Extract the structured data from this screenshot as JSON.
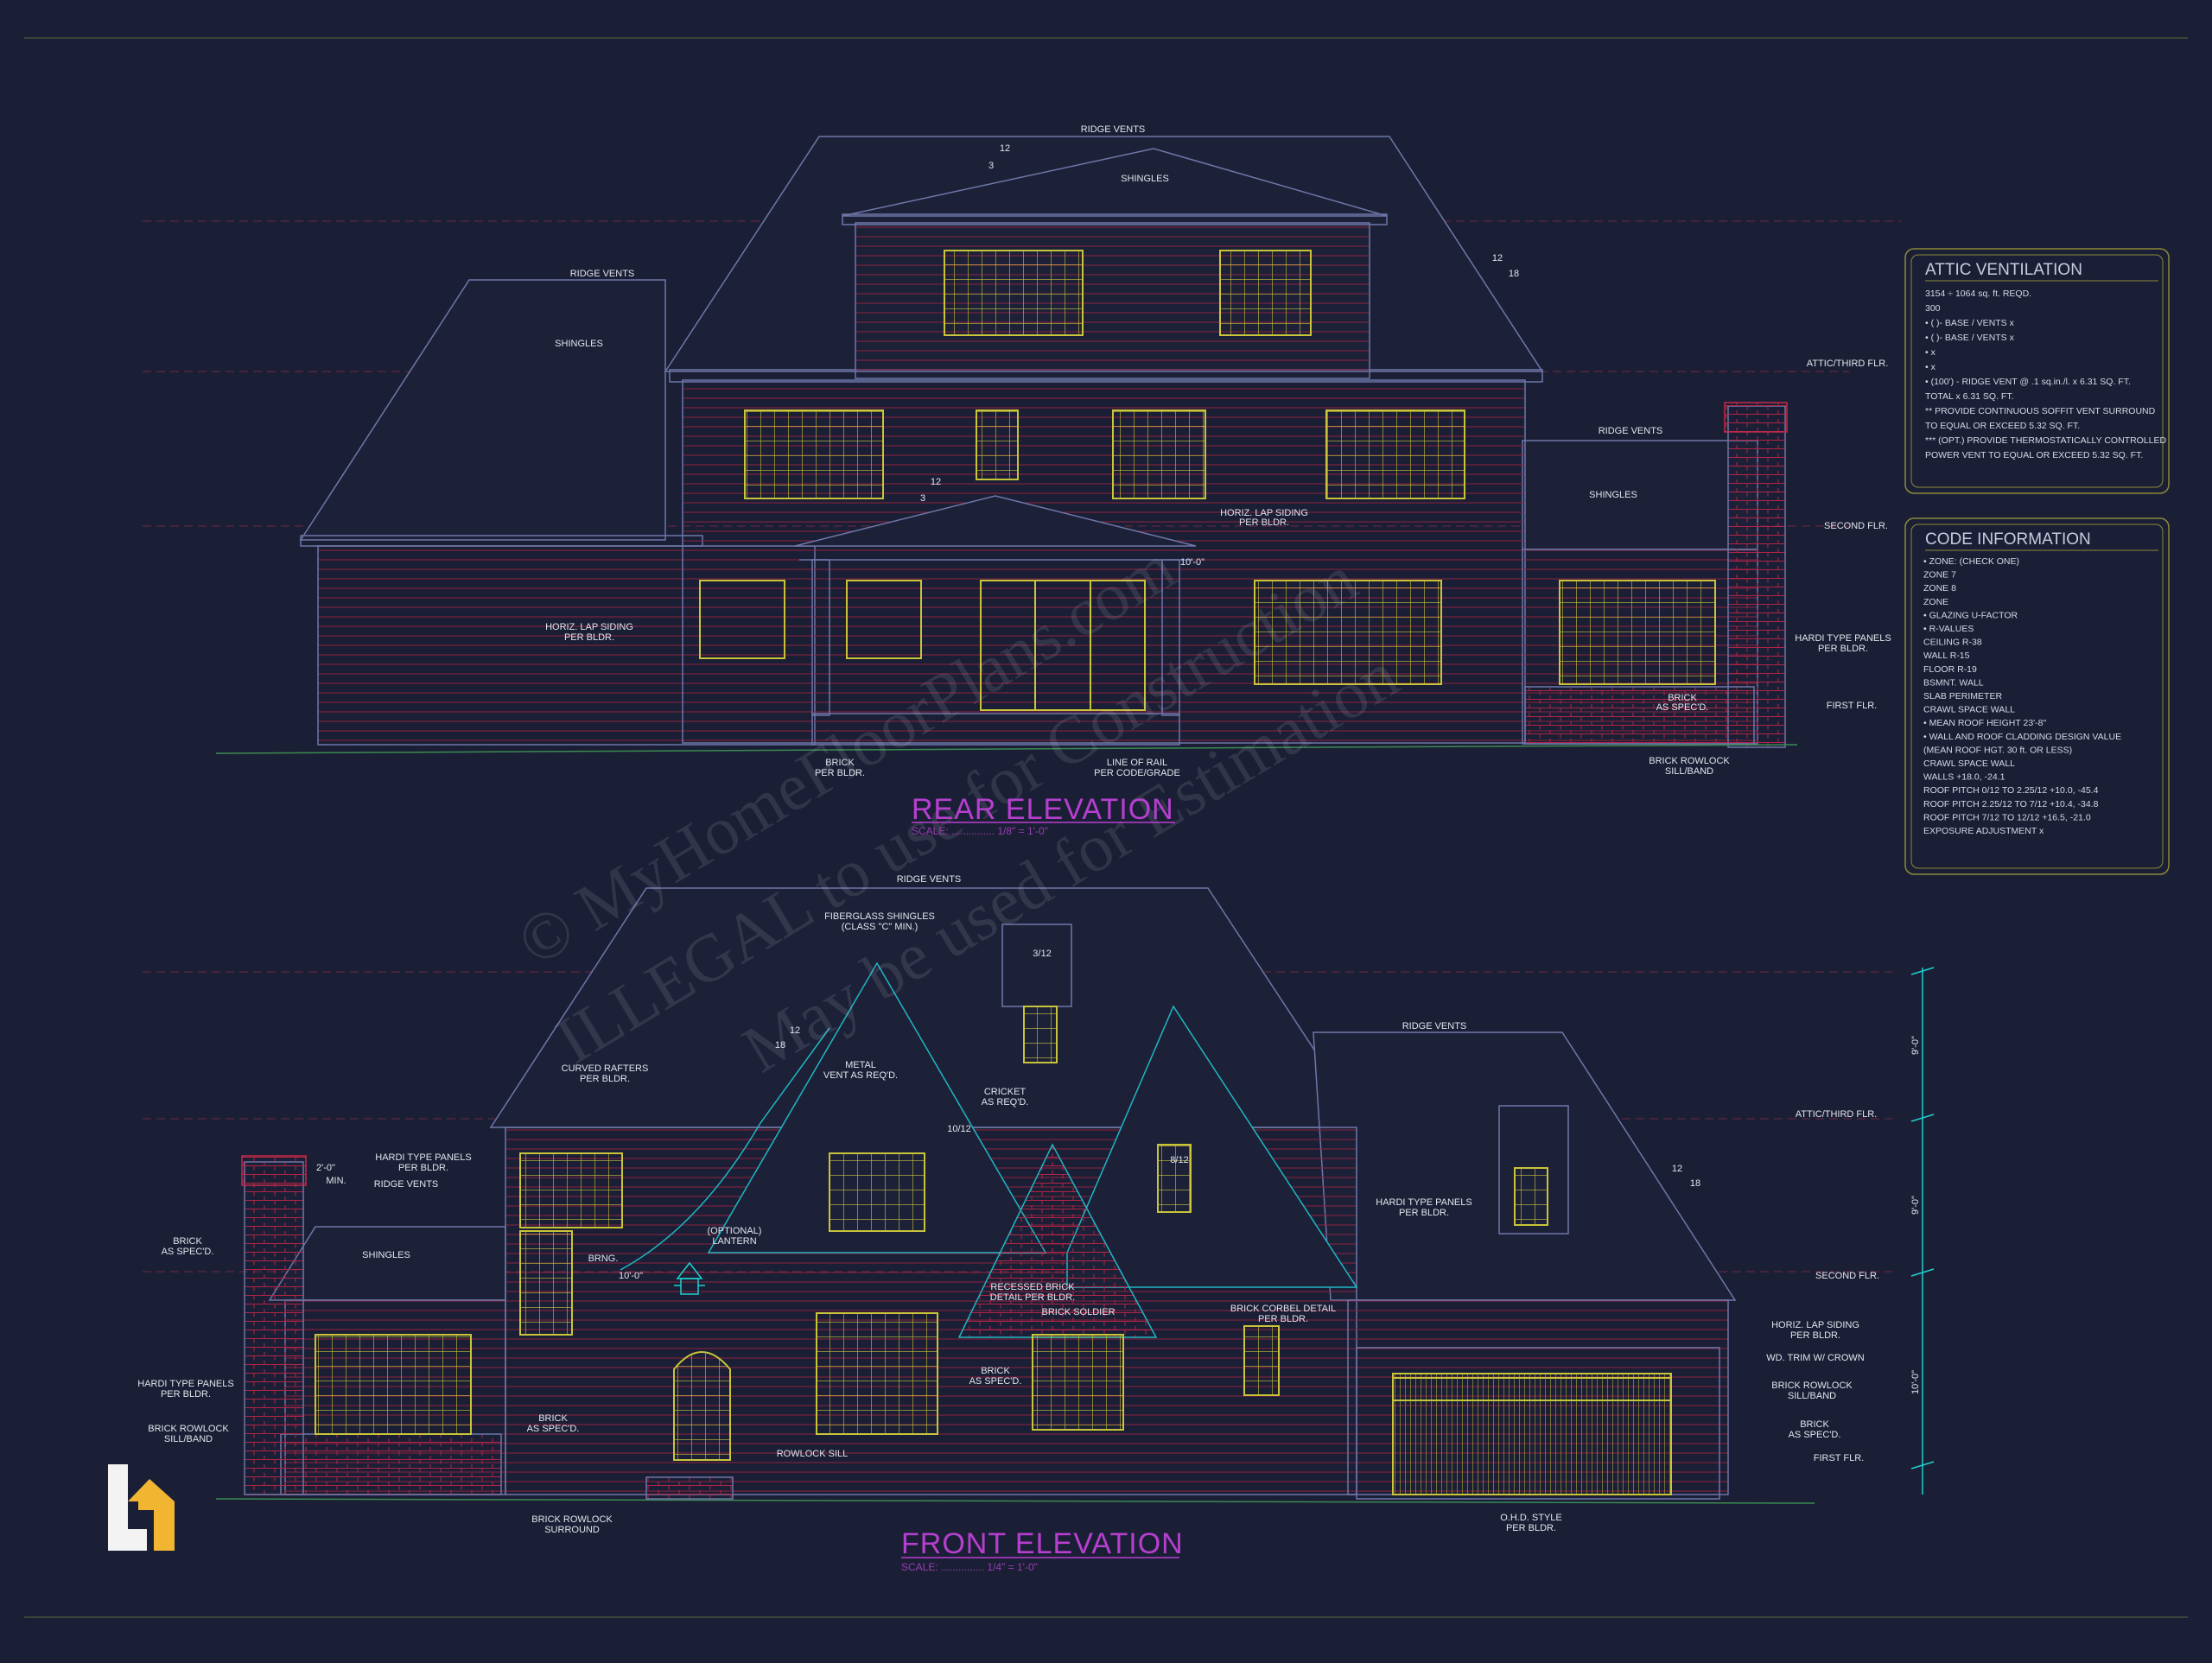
{
  "colors": {
    "background": "#1b1f35",
    "outline": "#6e77a8",
    "window": "#c9c43a",
    "brick": "#c22a4a",
    "title": "#b73fd0",
    "dimension": "#1fd1cf"
  },
  "watermark": {
    "line1": "© MyHomeFloorPlans.com",
    "line2": "ILLEGAL to use for Construction",
    "line3": "May be used for Estimation"
  },
  "rear": {
    "title": "REAR ELEVATION",
    "scale": "SCALE: ............... 1/8\" = 1'-0\"",
    "labels": {
      "ridge_vents_top": "RIDGE VENTS",
      "pitch_12": "12",
      "pitch_3": "3",
      "shingles_top": "SHINGLES",
      "ridge_vents_left": "RIDGE VENTS",
      "shingles_left": "SHINGLES",
      "pitch_12b": "12",
      "pitch_18": "18",
      "attic_flr": "ATTIC/THIRD FLR.",
      "ridge_vents_right": "RIDGE VENTS",
      "shingles_right": "SHINGLES",
      "second_flr": "SECOND FLR.",
      "horiz_siding_mid_1": "HORIZ. LAP SIDING",
      "horiz_siding_mid_2": "PER BLDR.",
      "pitch_12c": "12",
      "pitch_3b": "3",
      "height_10": "10'-0\"",
      "horiz_siding_left_1": "HORIZ. LAP SIDING",
      "horiz_siding_left_2": "PER BLDR.",
      "hardi_1": "HARDI TYPE PANELS",
      "hardi_2": "PER BLDR.",
      "brick_r_1": "BRICK",
      "brick_r_2": "AS SPEC'D.",
      "first_flr": "FIRST FLR.",
      "brick_1": "BRICK",
      "brick_2": "PER BLDR.",
      "rail_1": "LINE OF RAIL",
      "rail_2": "PER CODE/GRADE",
      "rowlock_1": "BRICK ROWLOCK",
      "rowlock_2": "SILL/BAND"
    }
  },
  "front": {
    "title": "FRONT ELEVATION",
    "scale": "SCALE: ............... 1/4\" = 1'-0\"",
    "labels": {
      "ridge_vents_top": "RIDGE VENTS",
      "fiberglass_1": "FIBERGLASS SHINGLES",
      "fiberglass_2": "(CLASS \"C\" MIN.)",
      "pitch_3_12": "3/12",
      "ridge_vents_right": "RIDGE VENTS",
      "pitch_12": "12",
      "pitch_18": "18",
      "curved_1": "CURVED RAFTERS",
      "curved_2": "PER BLDR.",
      "metal_1": "METAL",
      "metal_2": "VENT AS REQ'D.",
      "cricket_1": "CRICKET",
      "cricket_2": "AS REQ'D.",
      "pitch_10_12": "10/12",
      "pitch_8_12": "8/12",
      "pitch_12b": "12",
      "pitch_18b": "18",
      "attic_flr": "ATTIC/THIRD FLR.",
      "hardi_left_1": "HARDI TYPE PANELS",
      "hardi_left_2": "PER BLDR.",
      "ridge_vents_left": "RIDGE VENTS",
      "shingles_left": "SHINGLES",
      "brick_left_1": "BRICK",
      "brick_left_2": "AS SPEC'D.",
      "dim_2_0": "2'-0\"",
      "dim_min": "MIN.",
      "brng": "BRNG.",
      "dim_10": "10'-0\"",
      "lantern_1": "(OPTIONAL)",
      "lantern_2": "LANTERN",
      "hardi_right_1": "HARDI TYPE PANELS",
      "hardi_right_2": "PER BLDR.",
      "second_flr": "SECOND FLR.",
      "recessed_1": "RECESSED BRICK",
      "recessed_2": "DETAIL PER BLDR.",
      "soldier": "BRICK SOLDIER",
      "corbel_1": "BRICK CORBEL DETAIL",
      "corbel_2": "PER BLDR.",
      "horiz_1": "HORIZ. LAP SIDING",
      "horiz_2": "PER BLDR.",
      "trim": "WD. TRIM W/ CROWN",
      "hardi_ll_1": "HARDI TYPE PANELS",
      "hardi_ll_2": "PER BLDR.",
      "rowlock_l_1": "BRICK ROWLOCK",
      "rowlock_l_2": "SILL/BAND",
      "brick_mid_1": "BRICK",
      "brick_mid_2": "AS SPEC'D.",
      "brick_c_1": "BRICK",
      "brick_c_2": "AS SPEC'D.",
      "rowlock_sill": "ROWLOCK SILL",
      "rowlock_r_1": "BRICK ROWLOCK",
      "rowlock_r_2": "SILL/BAND",
      "brick_r_1": "BRICK",
      "brick_r_2": "AS SPEC'D.",
      "first_flr": "FIRST FLR.",
      "surround_1": "BRICK ROWLOCK",
      "surround_2": "SURROUND",
      "ohd_1": "O.H.D. STYLE",
      "ohd_2": "PER BLDR.",
      "dim_upper": "9'-0\"",
      "dim_mid": "9'-0\"",
      "dim_low": "10'-0\""
    }
  },
  "attic_ventilation": {
    "title": "ATTIC VENTILATION",
    "lines": [
      "3154 ÷ 1064 sq. ft. REQD.",
      "300",
      "• ( )-    BASE   /   VENTS   x",
      "• ( )-    BASE   /   VENTS   x",
      "•                                    x",
      "•                                    x",
      "• (100') - RIDGE VENT @ .1 sq.in./l.  x  6.31 SQ. FT.",
      "                                 TOTAL  x  6.31 SQ. FT.",
      "** PROVIDE CONTINUOUS SOFFIT VENT SURROUND",
      "   TO EQUAL OR EXCEED  5.32 SQ. FT.",
      "*** (OPT.) PROVIDE THERMOSTATICALLY CONTROLLED",
      "   POWER VENT TO EQUAL OR EXCEED 5.32 SQ. FT."
    ]
  },
  "code_information": {
    "title": "CODE INFORMATION",
    "lines": [
      "• ZONE: (CHECK ONE)",
      "    ZONE 7",
      "    ZONE 8",
      "    ZONE",
      "• GLAZING U-FACTOR",
      "• R-VALUES",
      "    CEILING            R-38",
      "    WALL                R-15",
      "    FLOOR              R-19",
      "    BSMNT. WALL",
      "    SLAB PERIMETER",
      "    CRAWL SPACE WALL",
      "• MEAN ROOF HEIGHT  23'-8\"",
      "• WALL AND ROOF CLADDING DESIGN VALUE",
      "  (MEAN ROOF HGT. 30 ft. OR LESS)",
      "    CRAWL SPACE WALL",
      "    WALLS                     +18.0, -24.1",
      "    ROOF PITCH 0/12 TO 2.25/12   +10.0, -45.4",
      "    ROOF PITCH 2.25/12 TO 7/12   +10.4, -34.8",
      "    ROOF PITCH 7/12 TO 12/12     +16.5, -21.0",
      "    EXPOSURE ADJUSTMENT          x"
    ]
  }
}
